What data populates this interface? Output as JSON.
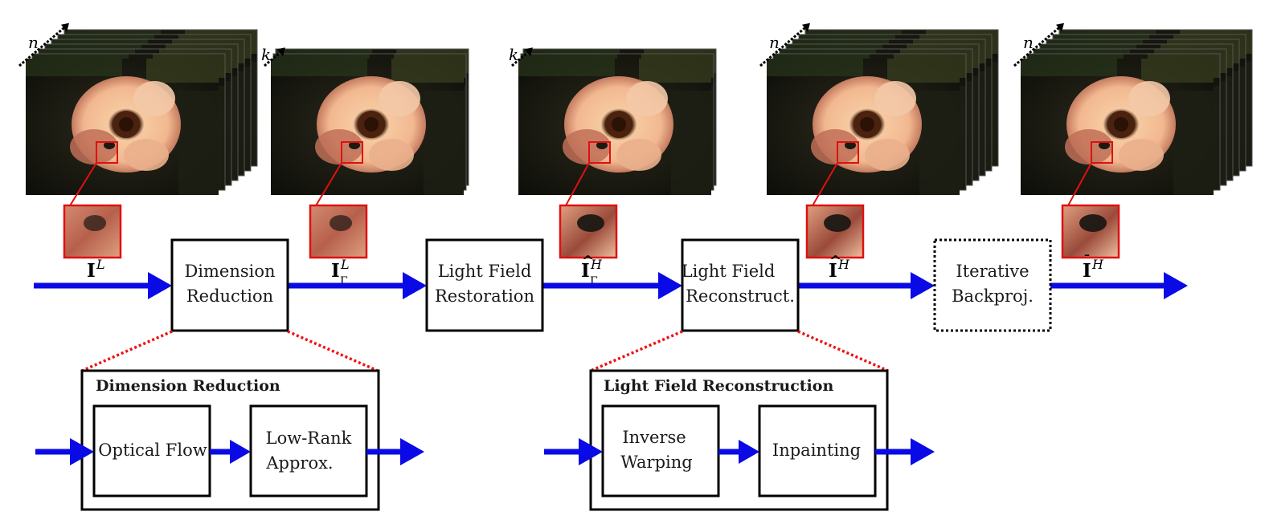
{
  "stack_axes": [
    "n",
    "k",
    "k",
    "n",
    "n"
  ],
  "signals": {
    "s1": {
      "base": "I",
      "sup": "L",
      "sub": "",
      "accent": ""
    },
    "s2": {
      "base": "I",
      "sup": "L",
      "sub": "Γ",
      "accent": ""
    },
    "s3": {
      "base": "I",
      "sup": "H",
      "sub": "Γ",
      "accent": "^"
    },
    "s4": {
      "base": "I",
      "sup": "H",
      "sub": "",
      "accent": "^"
    },
    "s5": {
      "base": "I",
      "sup": "H",
      "sub": "",
      "accent": "¯"
    }
  },
  "pipeline": {
    "dim_red": [
      "Dimension",
      "Reduction"
    ],
    "lf_rest": [
      "Light Field",
      "Restoration"
    ],
    "lf_recon": [
      "Light Field",
      "Reconstruct."
    ],
    "iter_bp": [
      "Iterative",
      "Backproj."
    ]
  },
  "detail_dr": {
    "title": "Dimension Reduction",
    "optical_flow": "Optical Flow",
    "low_rank": [
      "Low-Rank",
      "Approx."
    ]
  },
  "detail_lfr": {
    "title": "Light Field Reconstruction",
    "inverse_warping": [
      "Inverse",
      "Warping"
    ],
    "inpainting": "Inpainting"
  },
  "colors": {
    "arrow": "#0a0ae6",
    "zoom_line": "#e01010",
    "connector": "#ee1111",
    "box_stroke": "#000000"
  }
}
